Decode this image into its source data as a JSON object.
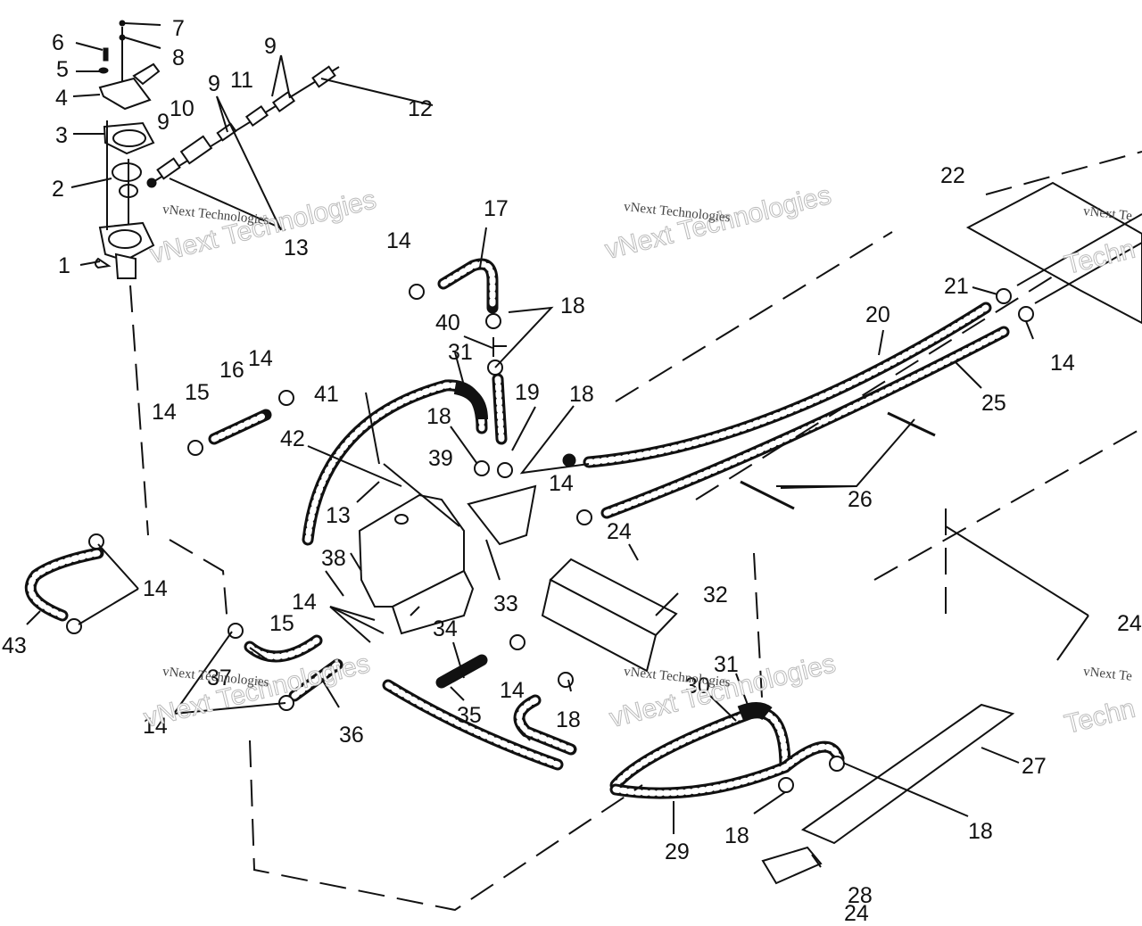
{
  "diagram": {
    "type": "exploded-parts-diagram",
    "subject": "Cooling system hoses and thermostat housing",
    "watermarks": [
      {
        "text_small": "vNext Technologies",
        "text_big": "vNext Technologies"
      },
      {
        "text_small": "vNext Technologies",
        "text_big": "vNext Technologies"
      },
      {
        "text_small": "vNext Technologies",
        "text_big": "vNext Technologies"
      },
      {
        "text_small": "vNext Technologies",
        "text_big": "vNext Technologies"
      },
      {
        "text_small": "vNext Te",
        "text_big": "Techn"
      },
      {
        "text_small": "vNext Te",
        "text_big": "Techn"
      }
    ],
    "callouts": [
      {
        "id": "c1",
        "label": "1"
      },
      {
        "id": "c2",
        "label": "2"
      },
      {
        "id": "c3",
        "label": "3"
      },
      {
        "id": "c4",
        "label": "4"
      },
      {
        "id": "c5",
        "label": "5"
      },
      {
        "id": "c6",
        "label": "6"
      },
      {
        "id": "c7",
        "label": "7"
      },
      {
        "id": "c8",
        "label": "8"
      },
      {
        "id": "c9a",
        "label": "9"
      },
      {
        "id": "c9b",
        "label": "9"
      },
      {
        "id": "c9c",
        "label": "9"
      },
      {
        "id": "c10",
        "label": "10"
      },
      {
        "id": "c11",
        "label": "11"
      },
      {
        "id": "c12",
        "label": "12"
      },
      {
        "id": "c13a",
        "label": "13"
      },
      {
        "id": "c13b",
        "label": "13"
      },
      {
        "id": "c14a",
        "label": "14"
      },
      {
        "id": "c14b",
        "label": "14"
      },
      {
        "id": "c14c",
        "label": "14"
      },
      {
        "id": "c14d",
        "label": "14"
      },
      {
        "id": "c14e",
        "label": "14"
      },
      {
        "id": "c14f",
        "label": "14"
      },
      {
        "id": "c14g",
        "label": "14"
      },
      {
        "id": "c14h",
        "label": "14"
      },
      {
        "id": "c14i",
        "label": "14"
      },
      {
        "id": "c15a",
        "label": "15"
      },
      {
        "id": "c15b",
        "label": "15"
      },
      {
        "id": "c16",
        "label": "16"
      },
      {
        "id": "c17",
        "label": "17"
      },
      {
        "id": "c18a",
        "label": "18"
      },
      {
        "id": "c18b",
        "label": "18"
      },
      {
        "id": "c18c",
        "label": "18"
      },
      {
        "id": "c18d",
        "label": "18"
      },
      {
        "id": "c18e",
        "label": "18"
      },
      {
        "id": "c18f",
        "label": "18"
      },
      {
        "id": "c19",
        "label": "19"
      },
      {
        "id": "c20",
        "label": "20"
      },
      {
        "id": "c21",
        "label": "21"
      },
      {
        "id": "c22",
        "label": "22"
      },
      {
        "id": "c24a",
        "label": "24"
      },
      {
        "id": "c24b",
        "label": "24"
      },
      {
        "id": "c24c",
        "label": "24"
      },
      {
        "id": "c25",
        "label": "25"
      },
      {
        "id": "c26",
        "label": "26"
      },
      {
        "id": "c27",
        "label": "27"
      },
      {
        "id": "c28",
        "label": "28"
      },
      {
        "id": "c29",
        "label": "29"
      },
      {
        "id": "c30",
        "label": "30"
      },
      {
        "id": "c31a",
        "label": "31"
      },
      {
        "id": "c31b",
        "label": "31"
      },
      {
        "id": "c32",
        "label": "32"
      },
      {
        "id": "c33",
        "label": "33"
      },
      {
        "id": "c34",
        "label": "34"
      },
      {
        "id": "c35",
        "label": "35"
      },
      {
        "id": "c36",
        "label": "36"
      },
      {
        "id": "c37",
        "label": "37"
      },
      {
        "id": "c38",
        "label": "38"
      },
      {
        "id": "c39",
        "label": "39"
      },
      {
        "id": "c40",
        "label": "40"
      },
      {
        "id": "c41",
        "label": "41"
      },
      {
        "id": "c42",
        "label": "42"
      },
      {
        "id": "c43",
        "label": "43"
      }
    ]
  }
}
